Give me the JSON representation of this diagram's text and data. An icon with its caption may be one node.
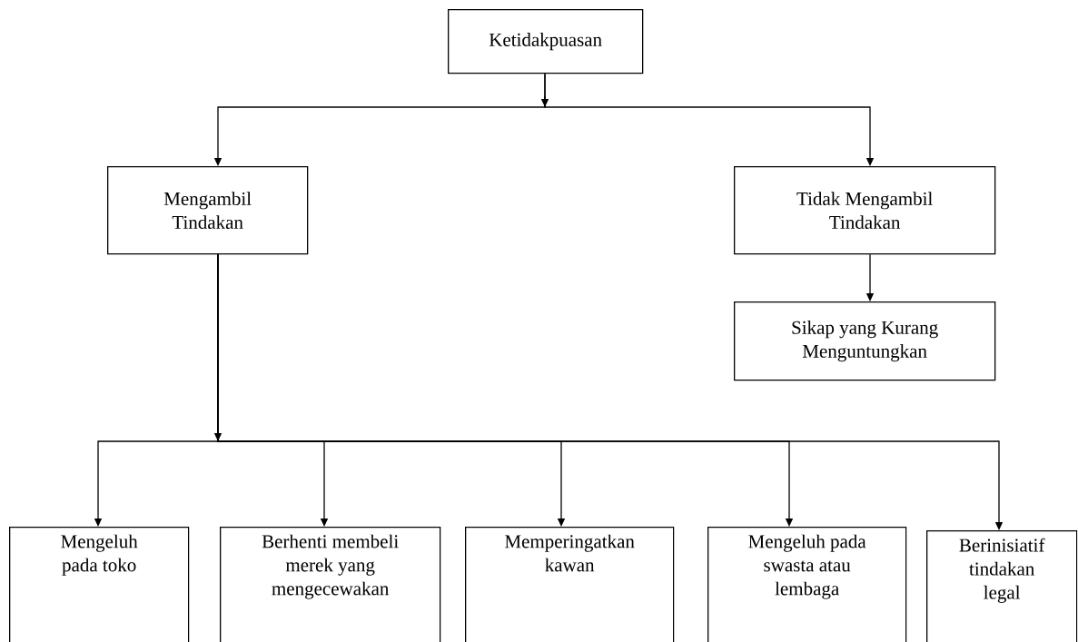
{
  "diagram": {
    "nodes": [
      {
        "text": [
          "Ketidakpuasan"
        ]
      },
      {
        "text": [
          "Mengambil Tindakan"
        ]
      },
      {
        "text": [
          "Tidak Mengambil Tindakan"
        ]
      },
      {
        "text": [
          "Sikap yang Kurang Menguntungkan"
        ]
      },
      {
        "text": [
          "Mengeluh pada toko"
        ]
      },
      {
        "text": [
          "Berhenti membeli merek yang mengecewakan"
        ]
      },
      {
        "text": [
          "Memperingatkan kawan"
        ]
      },
      {
        "text": [
          "Mengeluh pada swasta atau lembaga"
        ]
      },
      {
        "text": [
          "Berinisiatif tindakan legal"
        ]
      }
    ],
    "edges": [
      {
        "from": 0,
        "to": 1,
        "arrow": "to"
      },
      {
        "from": 0,
        "to": 2,
        "arrow": "to"
      },
      {
        "from": 2,
        "to": 3,
        "arrow": "to"
      },
      {
        "from": 1,
        "to": 4,
        "arrow": "to"
      },
      {
        "from": 1,
        "to": 5,
        "arrow": "to"
      },
      {
        "from": 1,
        "to": 6,
        "arrow": "to"
      },
      {
        "from": 1,
        "to": 7,
        "arrow": "to"
      },
      {
        "from": 1,
        "to": 8,
        "arrow": "to"
      }
    ]
  }
}
